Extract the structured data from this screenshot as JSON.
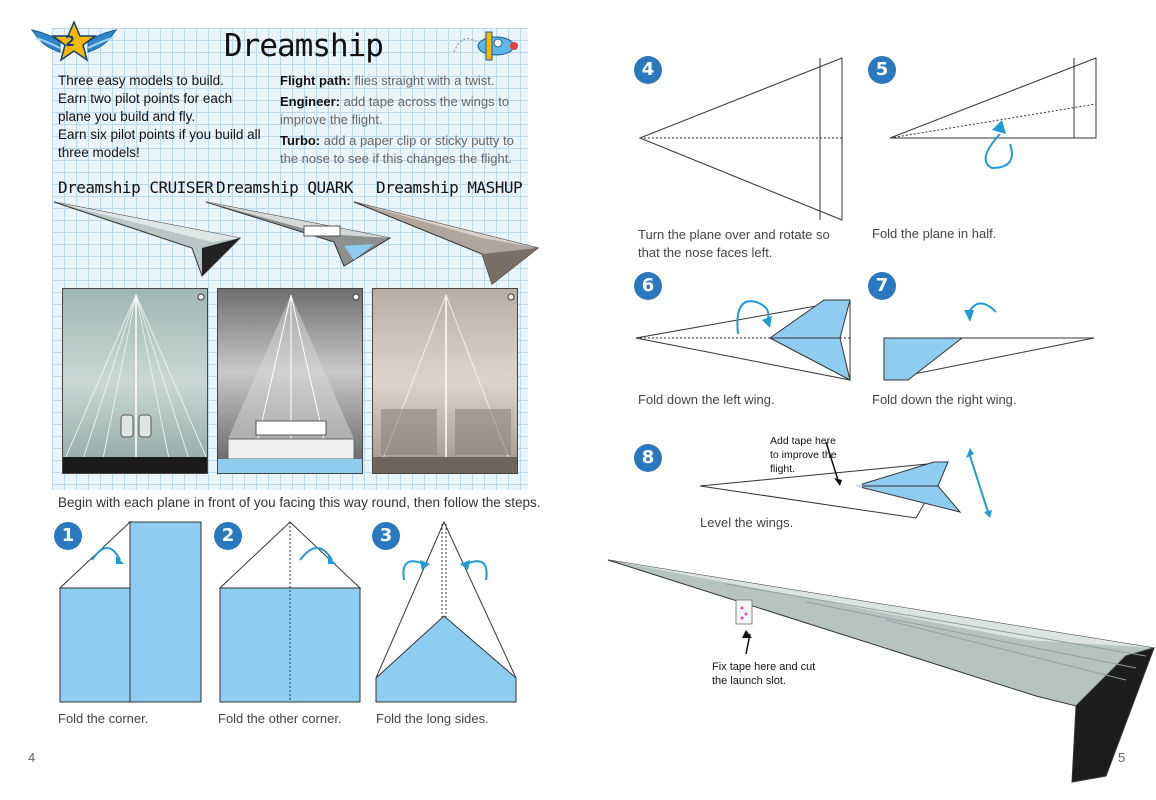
{
  "left_page": {
    "badge_number": "2",
    "title": "Dreamship",
    "intro": [
      "Three easy models to build.",
      "Earn two pilot points for each",
      "plane you build and fly.",
      "Earn six pilot points if you build all",
      "three models!"
    ],
    "specs": [
      {
        "label": "Flight path:",
        "text": " flies straight with a twist."
      },
      {
        "label": "Engineer:",
        "text": " add tape across the wings to improve the flight."
      },
      {
        "label": "Turbo:",
        "text": " add a paper clip or sticky putty to the nose to see if this changes the flight."
      }
    ],
    "models": [
      "Dreamship CRUISER",
      "Dreamship QUARK",
      "Dreamship MASHUP"
    ],
    "begin_text": "Begin with each plane in front of you facing this way round, then follow the steps.",
    "steps": [
      {
        "num": "1",
        "caption": "Fold the corner."
      },
      {
        "num": "2",
        "caption": "Fold the other corner."
      },
      {
        "num": "3",
        "caption": "Fold the long sides."
      }
    ],
    "page_number": "4"
  },
  "right_page": {
    "steps": [
      {
        "num": "4",
        "caption_lines": [
          "Turn the plane over and rotate so",
          "that the nose faces left."
        ]
      },
      {
        "num": "5",
        "caption_lines": [
          "Fold the plane in half."
        ]
      },
      {
        "num": "6",
        "caption_lines": [
          "Fold down the left wing."
        ]
      },
      {
        "num": "7",
        "caption_lines": [
          "Fold down the right wing."
        ]
      },
      {
        "num": "8",
        "caption_lines": [
          "Level the wings."
        ]
      }
    ],
    "tape_note_1": [
      "Add tape here",
      "to improve the",
      "flight."
    ],
    "tape_note_2": [
      "Fix tape here and cut",
      "the launch slot."
    ],
    "page_number": "5"
  },
  "colors": {
    "fold_blue": "#8fcdf0",
    "step_blue": "#2a78bf",
    "grid": "#b9d9ee",
    "arrow": "#1f9bd6"
  }
}
